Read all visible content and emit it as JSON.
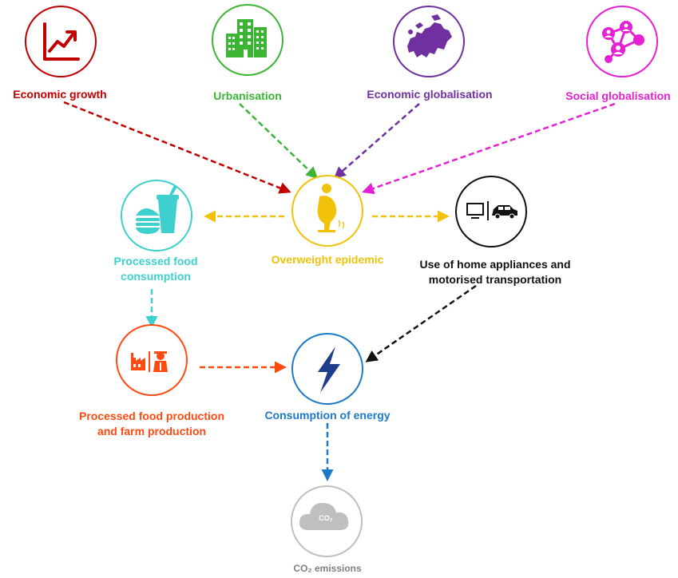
{
  "colors": {
    "economic_growth": "#c00000",
    "urbanisation": "#3cb534",
    "economic_globalisation": "#7030a0",
    "social_globalisation": "#e521d3",
    "overweight": "#f2c20a",
    "processed_food": "#3ecfcf",
    "home_appliances": "#111111",
    "farm_production": "#ff4a12",
    "energy": "#1e7ac8",
    "co2": "#bfbfbf"
  },
  "nodes": {
    "economic_growth": {
      "label": "Economic growth",
      "icon": "growth-chart-icon"
    },
    "urbanisation": {
      "label": "Urbanisation",
      "icon": "city-buildings-icon"
    },
    "economic_globalisation": {
      "label": "Economic globalisation",
      "icon": "europe-map-icon"
    },
    "social_globalisation": {
      "label": "Social globalisation",
      "icon": "social-network-icon"
    },
    "overweight_epidemic": {
      "label": "Overweight epidemic",
      "icon": "overweight-person-icon"
    },
    "processed_food_consumption": {
      "label_line1": "Processed food",
      "label_line2": "consumption",
      "icon": "fast-food-icon"
    },
    "home_appliances": {
      "label_line1": "Use of home appliances and",
      "label_line2": "motorised transportation",
      "icon": "tv-car-icon"
    },
    "farm_production": {
      "label_line1": "Processed food production",
      "label_line2": "and farm production",
      "icon": "factory-farmer-icon"
    },
    "energy": {
      "label": "Consumption of energy",
      "icon": "lightning-bolt-icon"
    },
    "co2": {
      "label": "CO₂ emissions",
      "icon_text": "CO₂",
      "icon": "cloud-icon"
    }
  },
  "edges": [
    {
      "from": "economic_growth",
      "to": "overweight_epidemic"
    },
    {
      "from": "urbanisation",
      "to": "overweight_epidemic"
    },
    {
      "from": "economic_globalisation",
      "to": "overweight_epidemic"
    },
    {
      "from": "social_globalisation",
      "to": "overweight_epidemic"
    },
    {
      "from": "overweight_epidemic",
      "to": "processed_food_consumption"
    },
    {
      "from": "overweight_epidemic",
      "to": "home_appliances"
    },
    {
      "from": "processed_food_consumption",
      "to": "farm_production"
    },
    {
      "from": "farm_production",
      "to": "energy"
    },
    {
      "from": "home_appliances",
      "to": "energy"
    },
    {
      "from": "energy",
      "to": "co2"
    }
  ]
}
